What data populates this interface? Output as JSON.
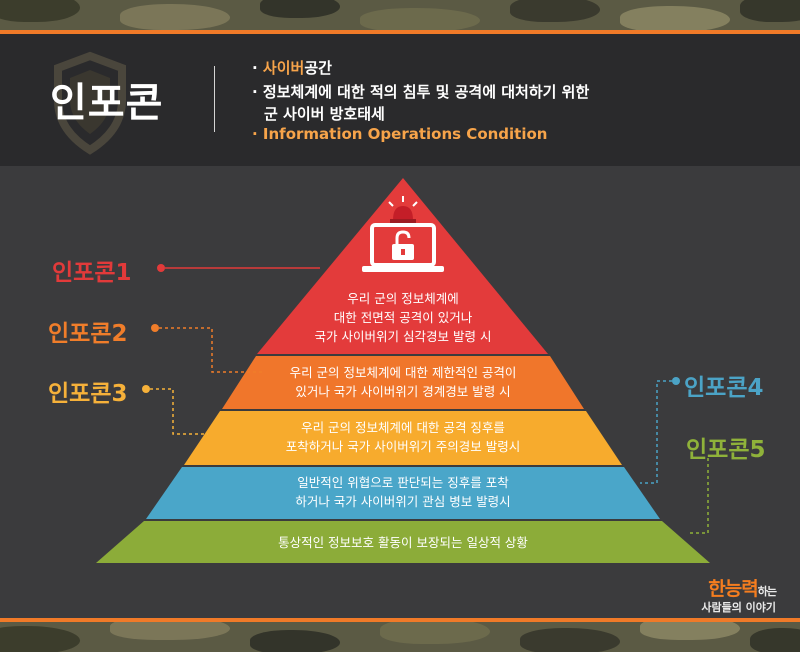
{
  "header": {
    "title": "인포콘",
    "line1_bullet": "· ",
    "line1_highlight": "사이버",
    "line1_rest": "공간",
    "line2": "· 정보체계에 대한 적의 침투 및 공격에 대처하기 위한",
    "line3": "군 사이버 방호태세",
    "line4": "· Information Operations Condition"
  },
  "levels": [
    {
      "label": "인포콘1",
      "color": "#e23a3a",
      "fill": "#e33b3b",
      "lines": [
        "우리 군의 정보체계에",
        "대한 전면적 공격이 있거나",
        "국가 사이버위기 심각경보 발령 시"
      ]
    },
    {
      "label": "인포콘2",
      "color": "#f07d2a",
      "fill": "#f0762b",
      "lines": [
        "우리 군의 정보체계에 대한 제한적인 공격이",
        "있거나 국가 사이버위기 경계경보 발령 시"
      ]
    },
    {
      "label": "인포콘3",
      "color": "#f6b13a",
      "fill": "#f7ab2d",
      "lines": [
        "우리 군의 정보체계에 대한 공격 징후를",
        "포착하거나 국가 사이버위기 주의경보 발령시"
      ]
    },
    {
      "label": "인포콘4",
      "color": "#4ba3c6",
      "fill": "#4aa6c9",
      "lines": [
        "일반적인 위협으로 판단되는 징후를 포착",
        "하거나 국가 사이버위기 관심 병보 발령시"
      ]
    },
    {
      "label": "인포콘5",
      "color": "#8fb23a",
      "fill": "#8cac39",
      "lines": [
        "통상적인 정보보호 활동이 보장되는 일상적 상황"
      ]
    }
  ],
  "brand": {
    "main": "한능력",
    "small": "하는",
    "sub": "사람들의 이야기"
  },
  "icons": [
    "shield-icon",
    "laptop-lock-icon",
    "alarm-siren-icon"
  ]
}
